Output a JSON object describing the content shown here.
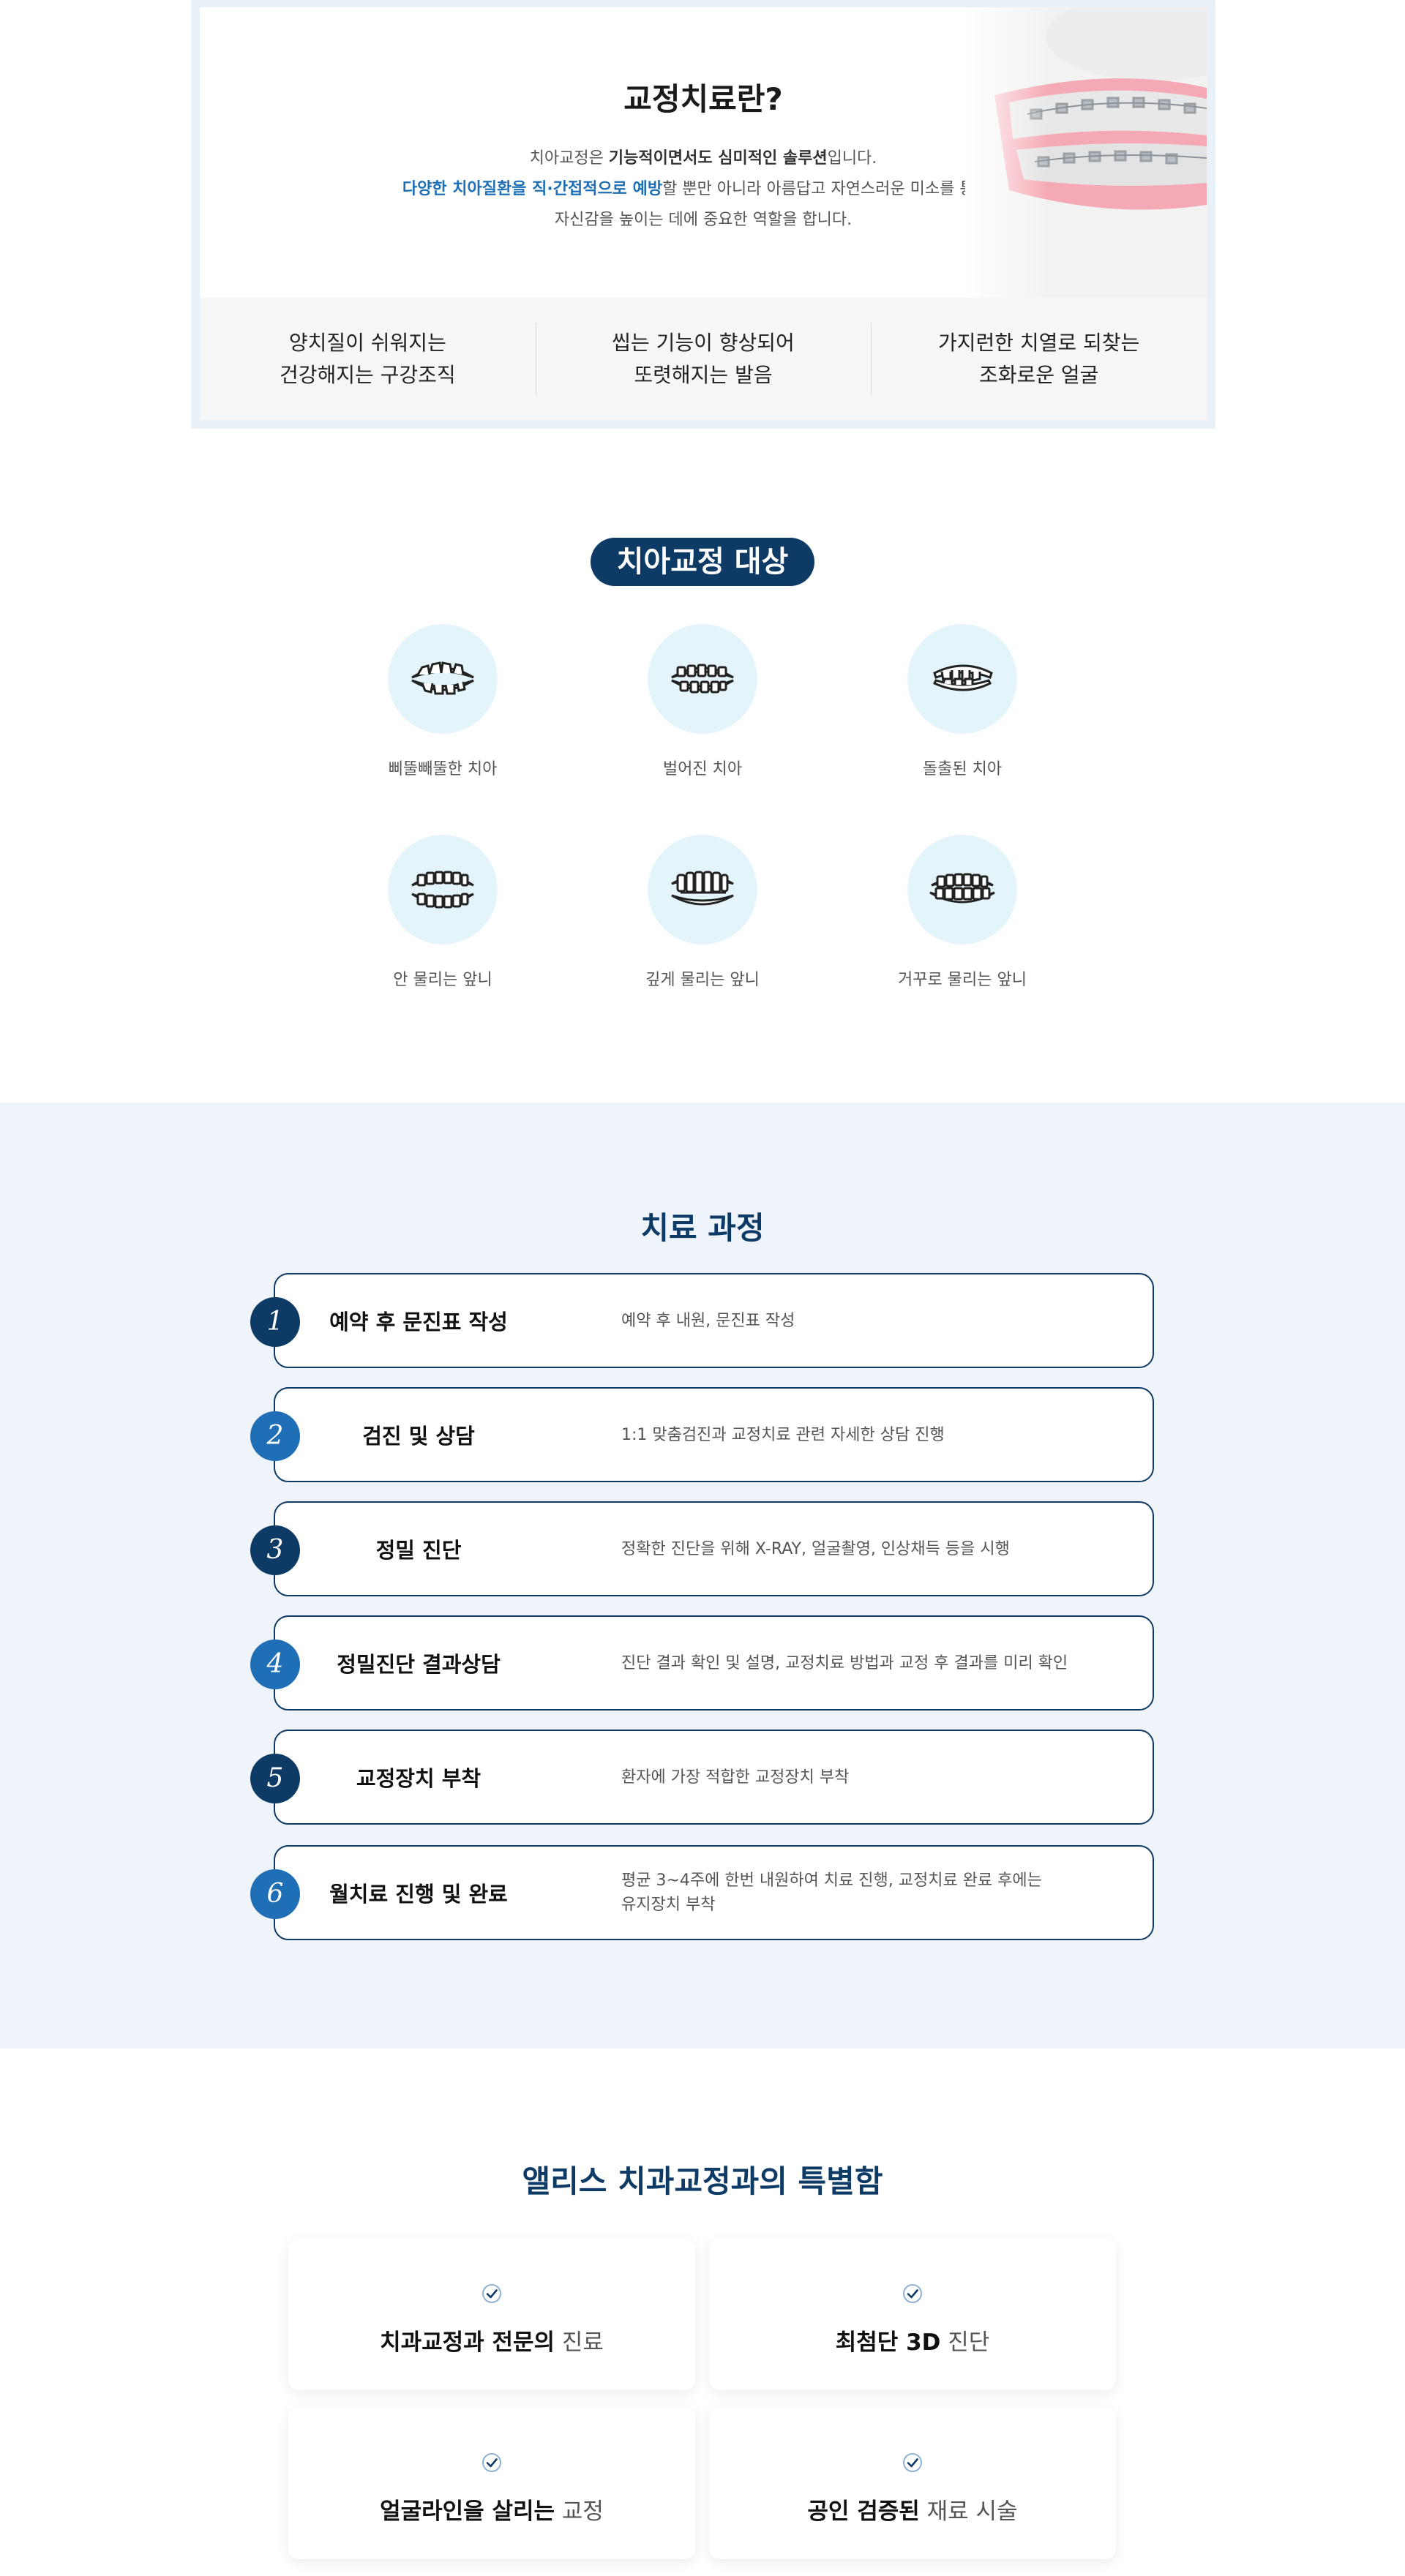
{
  "intro": {
    "title": "교정치료란?",
    "desc_line1_pre": "치아교정은 ",
    "desc_line1_bold": "기능적이면서도 심미적인 솔루션",
    "desc_line1_post": "입니다.",
    "desc_line2_blue": "다양한 치아질환을 직·간접적으로 예방",
    "desc_line2_post": "할 뿐만 아니라 아름답고 자연스러운 미소를 통하여",
    "desc_line3": "자신감을 높이는 데에 중요한 역할을 합니다.",
    "benefits": [
      {
        "line1": "양치질이 쉬워지는",
        "line2": "건강해지는 구강조직"
      },
      {
        "line1": "씹는 기능이 향상되어",
        "line2": "또렷해지는 발음"
      },
      {
        "line1": "가지런한 치열로 되찾는",
        "line2": "조화로운 얼굴"
      }
    ]
  },
  "targets": {
    "title": "치아교정 대상",
    "items": [
      {
        "label": "삐뚤빼뚤한 치아",
        "icon": "crooked-teeth-icon"
      },
      {
        "label": "벌어진 치아",
        "icon": "gapped-teeth-icon"
      },
      {
        "label": "돌출된 치아",
        "icon": "protruding-teeth-icon"
      },
      {
        "label": "안 물리는 앞니",
        "icon": "open-bite-icon"
      },
      {
        "label": "깊게 물리는 앞니",
        "icon": "deep-bite-icon"
      },
      {
        "label": "거꾸로 물리는 앞니",
        "icon": "underbite-icon"
      }
    ]
  },
  "process": {
    "title": "치료 과정",
    "steps": [
      {
        "num": "1",
        "name": "예약 후 문진표 작성",
        "desc": "예약 후 내원, 문진표 작성"
      },
      {
        "num": "2",
        "name": "검진 및 상담",
        "desc": "1:1 맞춤검진과 교정치료 관련 자세한 상담 진행"
      },
      {
        "num": "3",
        "name": "정밀 진단",
        "desc": "정확한 진단을 위해 X-RAY, 얼굴촬영, 인상채득 등을 시행"
      },
      {
        "num": "4",
        "name": "정밀진단 결과상담",
        "desc": "진단 결과 확인 및 설명, 교정치료 방법과 교정 후 결과를 미리 확인"
      },
      {
        "num": "5",
        "name": "교정장치 부착",
        "desc": "환자에 가장 적합한 교정장치 부착"
      },
      {
        "num": "6",
        "name": "월치료 진행 및 완료",
        "desc_line1": "평균 3~4주에 한번 내원하여 치료 진행, 교정치료 완료 후에는",
        "desc_line2": "유지장치 부착"
      }
    ]
  },
  "features": {
    "title": "앨리스 치과교정과의 특별함",
    "cards": [
      {
        "bold": "치과교정과 전문의",
        "normal": " 진료"
      },
      {
        "bold": "최첨단 3D",
        "normal": " 진단"
      },
      {
        "bold": "얼굴라인을 살리는",
        "normal": " 교정"
      },
      {
        "bold": "공인 검증된",
        "normal": " 재료 시술"
      }
    ]
  },
  "colors": {
    "navy": "#0e3a66",
    "blue": "#1e6fb5",
    "light_cyan": "#e4f4fb",
    "process_bg": "#eef4f9"
  }
}
